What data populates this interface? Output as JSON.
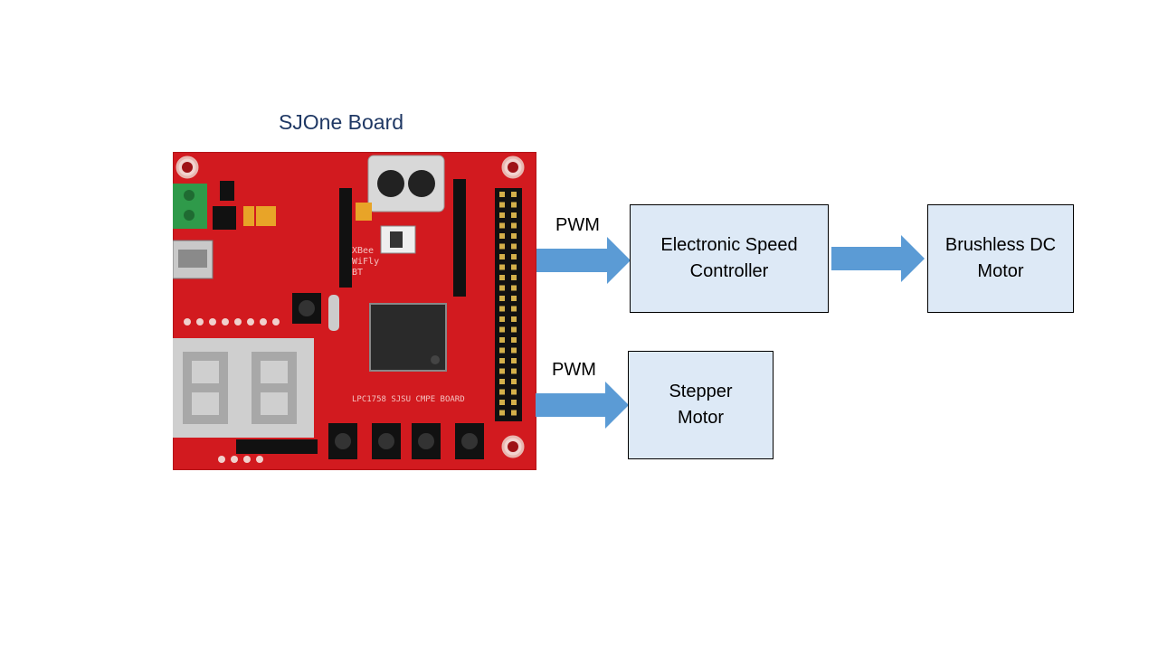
{
  "board": {
    "title": "SJOne Board",
    "pcb_markings": {
      "chip_label": "LPC1758 SJSU CMPE BOARD",
      "module_label_1": "XBee",
      "module_label_2": "WiFly",
      "module_label_3": "BT"
    }
  },
  "signals": {
    "top_label": "PWM",
    "bottom_label": "PWM"
  },
  "blocks": {
    "esc": {
      "line1": "Electronic Speed",
      "line2": "Controller"
    },
    "bldc": {
      "line1": "Brushless DC",
      "line2": "Motor"
    },
    "stepper": {
      "line1": "Stepper",
      "line2": "Motor"
    }
  },
  "colors": {
    "arrow_fill": "#5b9bd5",
    "block_fill": "#dde9f6",
    "title_color": "#1f3864",
    "pcb_red": "#d21a1f"
  }
}
